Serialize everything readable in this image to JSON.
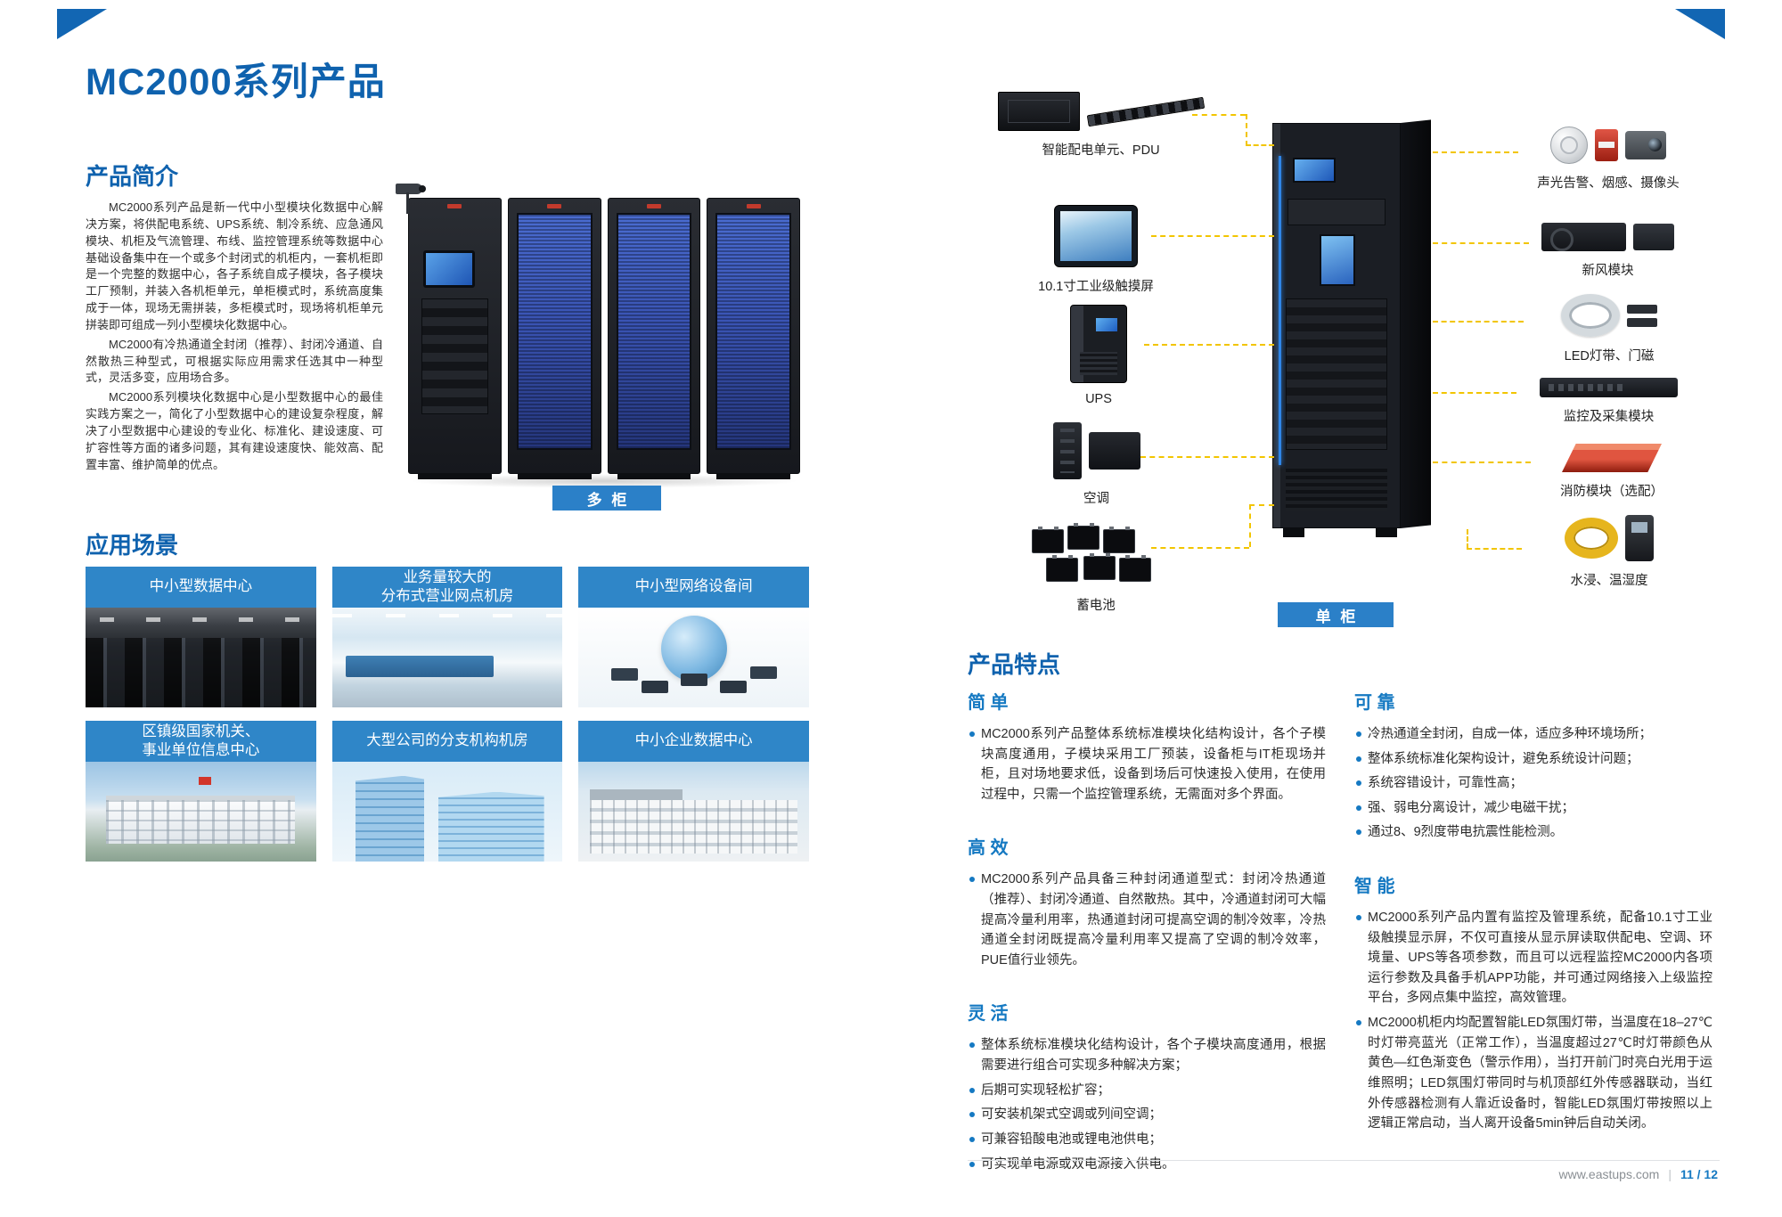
{
  "page": {
    "title": "MC2000系列产品",
    "footer": {
      "url": "www.eastups.com",
      "divider": "|",
      "page_no": "11 / 12"
    }
  },
  "intro": {
    "heading": "产品简介",
    "p1": "MC2000系列产品是新一代中小型模块化数据中心解决方案，将供配电系统、UPS系统、制冷系统、应急通风模块、机柜及气流管理、布线、监控管理系统等数据中心基础设备集中在一个或多个封闭式的机柜内，一套机柜即是一个完整的数据中心，各子系统自成子模块，各子模块工厂预制，并装入各机柜单元，单柜模式时，系统高度集成于一体，现场无需拼装，多柜模式时，现场将机柜单元拼装即可组成一列小型模块化数据中心。",
    "p2": "MC2000有冷热通道全封闭（推荐）、封闭冷通道、自然散热三种型式，可根据实际应用需求任选其中一种型式，灵活多变，应用场合多。",
    "p3": "MC2000系列模块化数据中心是小型数据中心的最佳实践方案之一，简化了小型数据中心的建设复杂程度，解决了小型数据中心建设的专业化、标准化、建设速度、可扩容性等方面的诸多问题，其有建设速度快、能效高、配置丰富、维护简单的优点。",
    "multi_cabinet_label": "多 柜"
  },
  "scenarios": {
    "heading": "应用场景",
    "cards": [
      {
        "lines": [
          "中小型数据中心"
        ]
      },
      {
        "lines": [
          "业务量较大的",
          "分布式营业网点机房"
        ]
      },
      {
        "lines": [
          "中小型网络设备间"
        ]
      },
      {
        "lines": [
          "区镇级国家机关、",
          "事业单位信息中心"
        ]
      },
      {
        "lines": [
          "大型公司的分支机构机房"
        ]
      },
      {
        "lines": [
          "中小企业数据中心"
        ]
      }
    ]
  },
  "diagram": {
    "single_cabinet_label": "单 柜",
    "left_components": [
      {
        "label": "智能配电单元、PDU"
      },
      {
        "label": "10.1寸工业级触摸屏"
      },
      {
        "label": "UPS"
      },
      {
        "label": "空调"
      },
      {
        "label": "蓄电池"
      }
    ],
    "right_components": [
      {
        "label": "声光告警、烟感、摄像头"
      },
      {
        "label": "新风模块"
      },
      {
        "label": "LED灯带、门磁"
      },
      {
        "label": "监控及采集模块"
      },
      {
        "label": "消防模块（选配）"
      },
      {
        "label": "水浸、温湿度"
      }
    ]
  },
  "features": {
    "heading": "产品特点",
    "simple": {
      "title": "简 单",
      "items": [
        "MC2000系列产品整体系统标准模块化结构设计，各个子模块高度通用，子模块采用工厂预装，设备柜与IT柜现场并柜，且对场地要求低，设备到场后可快速投入使用，在使用过程中，只需一个监控管理系统，无需面对多个界面。"
      ]
    },
    "efficient": {
      "title": "高 效",
      "items": [
        "MC2000系列产品具备三种封闭通道型式：封闭冷热通道（推荐）、封闭冷通道、自然散热。其中，冷通道封闭可大幅提高冷量利用率，热通道封闭可提高空调的制冷效率，冷热通道全封闭既提高冷量利用率又提高了空调的制冷效率，PUE值行业领先。"
      ]
    },
    "flexible": {
      "title": "灵 活",
      "items": [
        "整体系统标准模块化结构设计，各个子模块高度通用，根据需要进行组合可实现多种解决方案；",
        "后期可实现轻松扩容；",
        "可安装机架式空调或列间空调；",
        "可兼容铅酸电池或锂电池供电；",
        "可实现单电源或双电源接入供电。"
      ]
    },
    "reliable": {
      "title": "可 靠",
      "items": [
        "冷热通道全封闭，自成一体，适应多种环境场所；",
        "整体系统标准化架构设计，避免系统设计问题；",
        "系统容错设计，可靠性高；",
        "强、弱电分离设计，减少电磁干扰；",
        "通过8、9烈度带电抗震性能检测。"
      ]
    },
    "smart": {
      "title": "智 能",
      "items": [
        "MC2000系列产品内置有监控及管理系统，配备10.1寸工业级触摸显示屏，不仅可直接从显示屏读取供配电、空调、环境量、UPS等各项参数，而且可以远程监控MC2000内各项运行参数及具备手机APP功能，并可通过网络接入上级监控平台，多网点集中监控，高效管理。",
        "MC2000机柜内均配置智能LED氛围灯带，当温度在18–27℃时灯带亮蓝光（正常工作），当温度超过27℃时灯带颜色从黄色—红色渐变色（警示作用），当打开前门时亮白光用于运维照明；LED氛围灯带同时与机顶部红外传感器联动，当红外传感器检测有人靠近设备时，智能LED氛围灯带按照以上逻辑正常启动，当人离开设备5min钟后自动关闭。"
      ]
    }
  }
}
